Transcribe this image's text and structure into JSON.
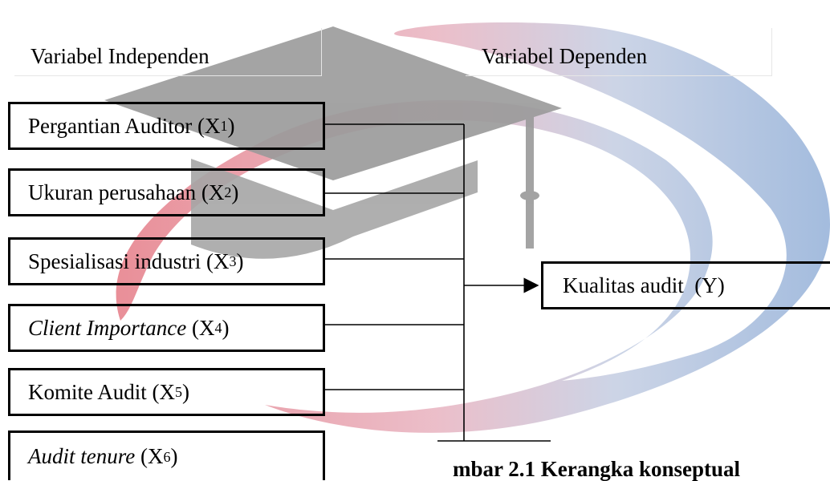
{
  "headers": {
    "independent": "Variabel Independen",
    "dependent": "Variabel Dependen"
  },
  "independent_variables": [
    {
      "label": "Pergantian Auditor",
      "symbol": "X",
      "sub": "1",
      "italic": false
    },
    {
      "label": "Ukuran perusahaan",
      "symbol": "X",
      "sub": "2",
      "italic": false
    },
    {
      "label": "Spesialisasi industri",
      "symbol": "X",
      "sub": "3",
      "italic": false
    },
    {
      "label": "Client Importance",
      "symbol": "X",
      "sub": "4",
      "italic": true
    },
    {
      "label": "Komite Audit",
      "symbol": "X",
      "sub": "5",
      "italic": false
    },
    {
      "label": "Audit tenure",
      "symbol": "X",
      "sub": "6",
      "italic": true
    }
  ],
  "dependent_variable": {
    "label": "Kualitas audit",
    "symbol": "(Y)"
  },
  "caption": "mbar 2.1 Kerangka konseptual",
  "watermark": {
    "icon": "graduation-cap-icon",
    "colors": {
      "cap": "#9a9a9a",
      "arc_red": "#e57b86",
      "arc_blue": "#93b0d8"
    }
  }
}
